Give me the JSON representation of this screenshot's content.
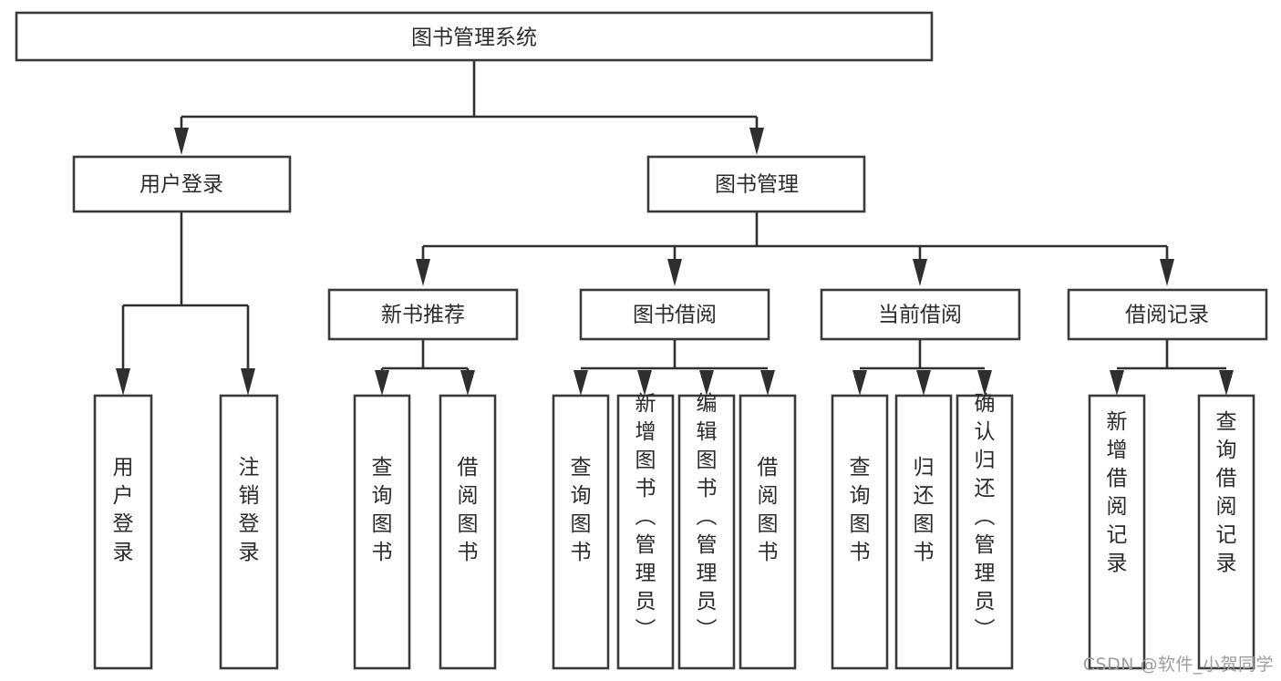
{
  "diagram": {
    "title": "图书管理系统",
    "type": "function-structure-tree",
    "watermark": "CSDN @软件_小贺同学",
    "colors": {
      "box_stroke": "#3a3a3a",
      "connector": "#2f2f2f",
      "text": "#2b2b2b",
      "background": "#ffffff",
      "watermark": "#9d9d9d"
    },
    "levels": {
      "root": {
        "label": "图书管理系统"
      },
      "level2": [
        {
          "label": "用户登录"
        },
        {
          "label": "图书管理"
        }
      ],
      "level3": [
        {
          "label": "新书推荐"
        },
        {
          "label": "图书借阅"
        },
        {
          "label": "当前借阅"
        },
        {
          "label": "借阅记录"
        }
      ],
      "leaves": {
        "user_login": [
          {
            "label": "用户登录"
          },
          {
            "label": "注销登录"
          }
        ],
        "new_book_recommend": [
          {
            "label": "查询图书"
          },
          {
            "label": "借阅图书"
          }
        ],
        "book_borrow": [
          {
            "label": "查询图书"
          },
          {
            "label": "新增图书（管理员）"
          },
          {
            "label": "编辑图书（管理员）"
          },
          {
            "label": "借阅图书"
          }
        ],
        "current_borrow": [
          {
            "label": "查询图书"
          },
          {
            "label": "归还图书"
          },
          {
            "label": "确认归还（管理员）"
          }
        ],
        "borrow_record": [
          {
            "label": "新增借阅记录"
          },
          {
            "label": "查询借阅记录"
          }
        ]
      }
    }
  }
}
